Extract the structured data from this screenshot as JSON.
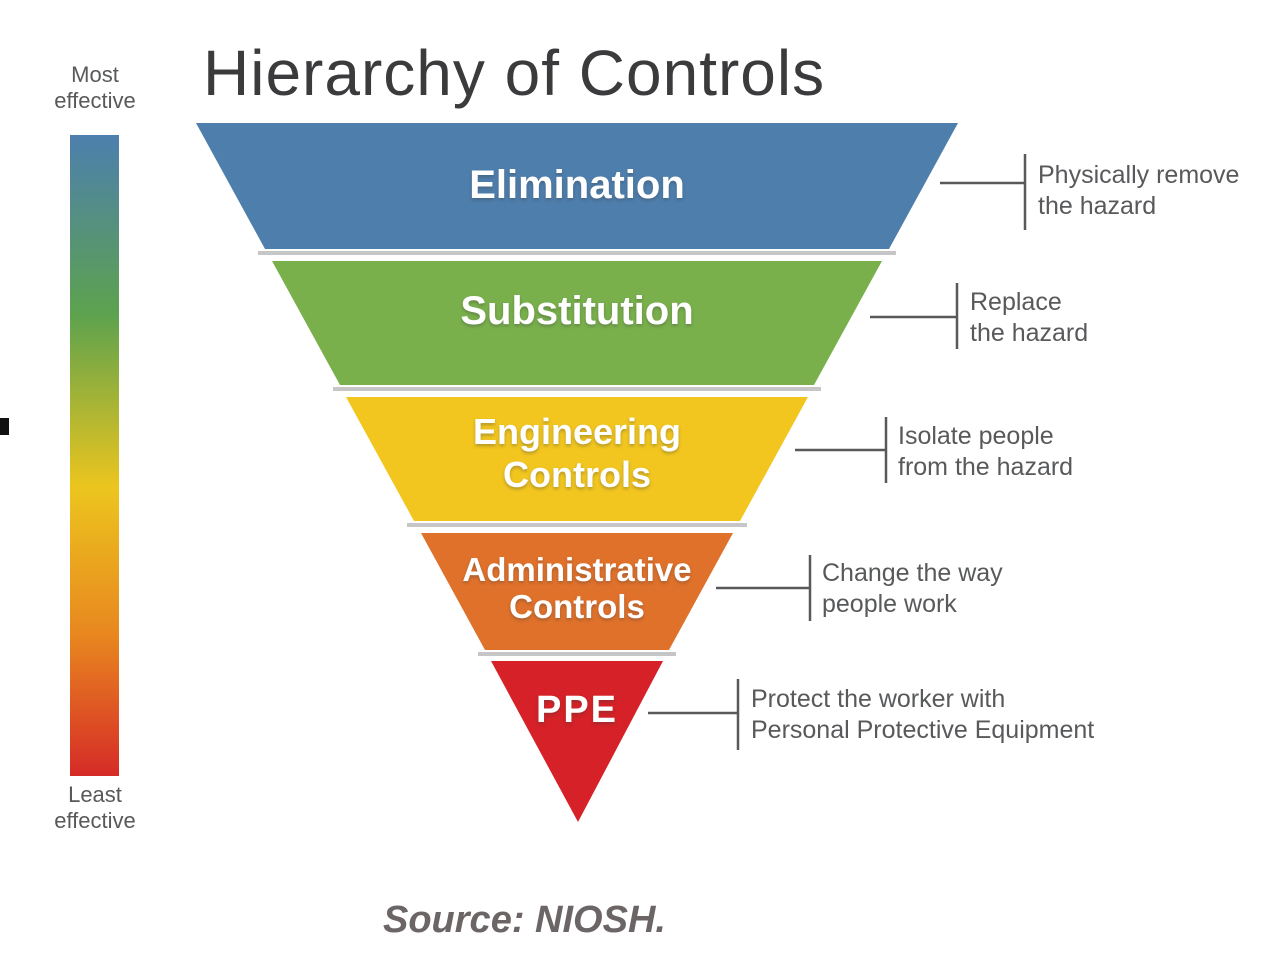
{
  "title": "Hierarchy of Controls",
  "source": "Source: NIOSH.",
  "scale": {
    "most_label": "Most effective",
    "least_label": "Least effective"
  },
  "colors": {
    "scale-blue": "#4d7fae",
    "scale-green": "#5da24e",
    "scale-yellow": "#ecc51e",
    "scale-orange": "#e8871f",
    "scale-red": "#d62b27",
    "text-gray": "#58595b",
    "title-text": "#3b3b3d",
    "source-text": "#6b6566",
    "separator-gray": "#c6c6c6",
    "connector-gray": "#58595b"
  },
  "pyramid": {
    "tiers": [
      {
        "label": "Elimination",
        "color": "#4e7eac",
        "annotation_line1": "Physically remove",
        "annotation_line2": "the hazard"
      },
      {
        "label": "Substitution",
        "color": "#79b04c",
        "annotation_line1": "Replace",
        "annotation_line2": "the hazard"
      },
      {
        "label": "Engineering Controls",
        "color": "#f2c61f",
        "annotation_line1": "Isolate people",
        "annotation_line2": "from the hazard"
      },
      {
        "label": "Administrative Controls",
        "color": "#e0712b",
        "annotation_line1": "Change the way",
        "annotation_line2": "people work"
      },
      {
        "label": "PPE",
        "color": "#d52127",
        "annotation_line1": "Protect the worker with",
        "annotation_line2": "Personal Protective Equipment"
      }
    ]
  }
}
